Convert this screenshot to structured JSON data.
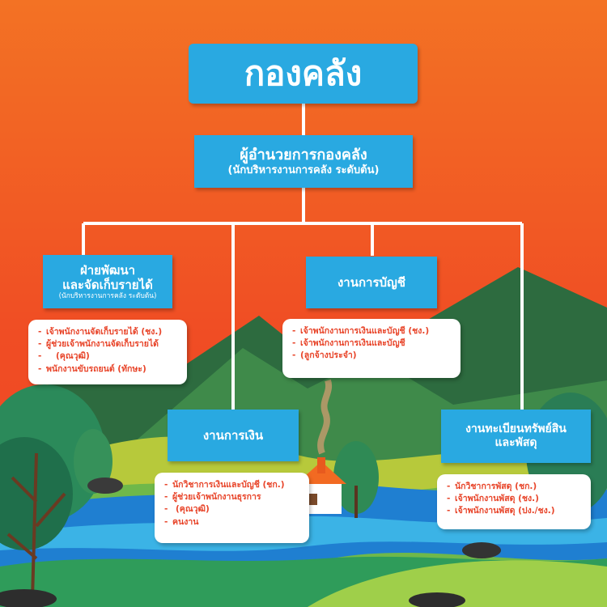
{
  "colors": {
    "background_top": "#f26d23",
    "background_mid": "#f04a24",
    "box_fill": "#29a9e1",
    "box_text": "#ffffff",
    "list_text": "#e8452a",
    "connector": "#ffffff"
  },
  "title": "กองคลัง",
  "director": {
    "title": "ผู้อำนวยการกองคลัง",
    "subtitle": "(นักบริหารงานการคลัง ระดับต้น)"
  },
  "divisions": [
    {
      "title_line1": "ฝ่ายพัฒนา",
      "title_line2": "และจัดเก็บรายได้",
      "subtitle": "(นักบริหารงานการคลัง ระดับต้น)",
      "staff": [
        "เจ้าพนักงานจัดเก็บรายได้ (ชง.)",
        "ผู้ช่วยเจ้าพนักงานจัดเก็บรายได้",
        "(คุณวุฒิ)",
        "พนักงานขับรถยนต์ (ทักษะ)"
      ]
    },
    {
      "title_line1": "งานการบัญชี",
      "staff": [
        "เจ้าพนักงานการเงินและบัญชี (ชง.)",
        "เจ้าพนักงานการเงินและบัญชี",
        "(ลูกจ้างประจำ)"
      ]
    },
    {
      "title_line1": "งานการเงิน",
      "staff": [
        "นักวิชาการเงินและบัญชี (ชก.)",
        "ผู้ช่วยเจ้าพนักงานธุรการ",
        "(คุณวุฒิ)",
        "คนงาน"
      ]
    },
    {
      "title_line1": "งานทะเบียนทรัพย์สิน",
      "title_line2": "และพัสดุ",
      "staff": [
        "นักวิชาการพัสดุ (ชก.)",
        "เจ้าพนักงานพัสดุ (ชง.)",
        "เจ้าพนักงานพัสดุ (ปง./ชง.)"
      ]
    }
  ]
}
